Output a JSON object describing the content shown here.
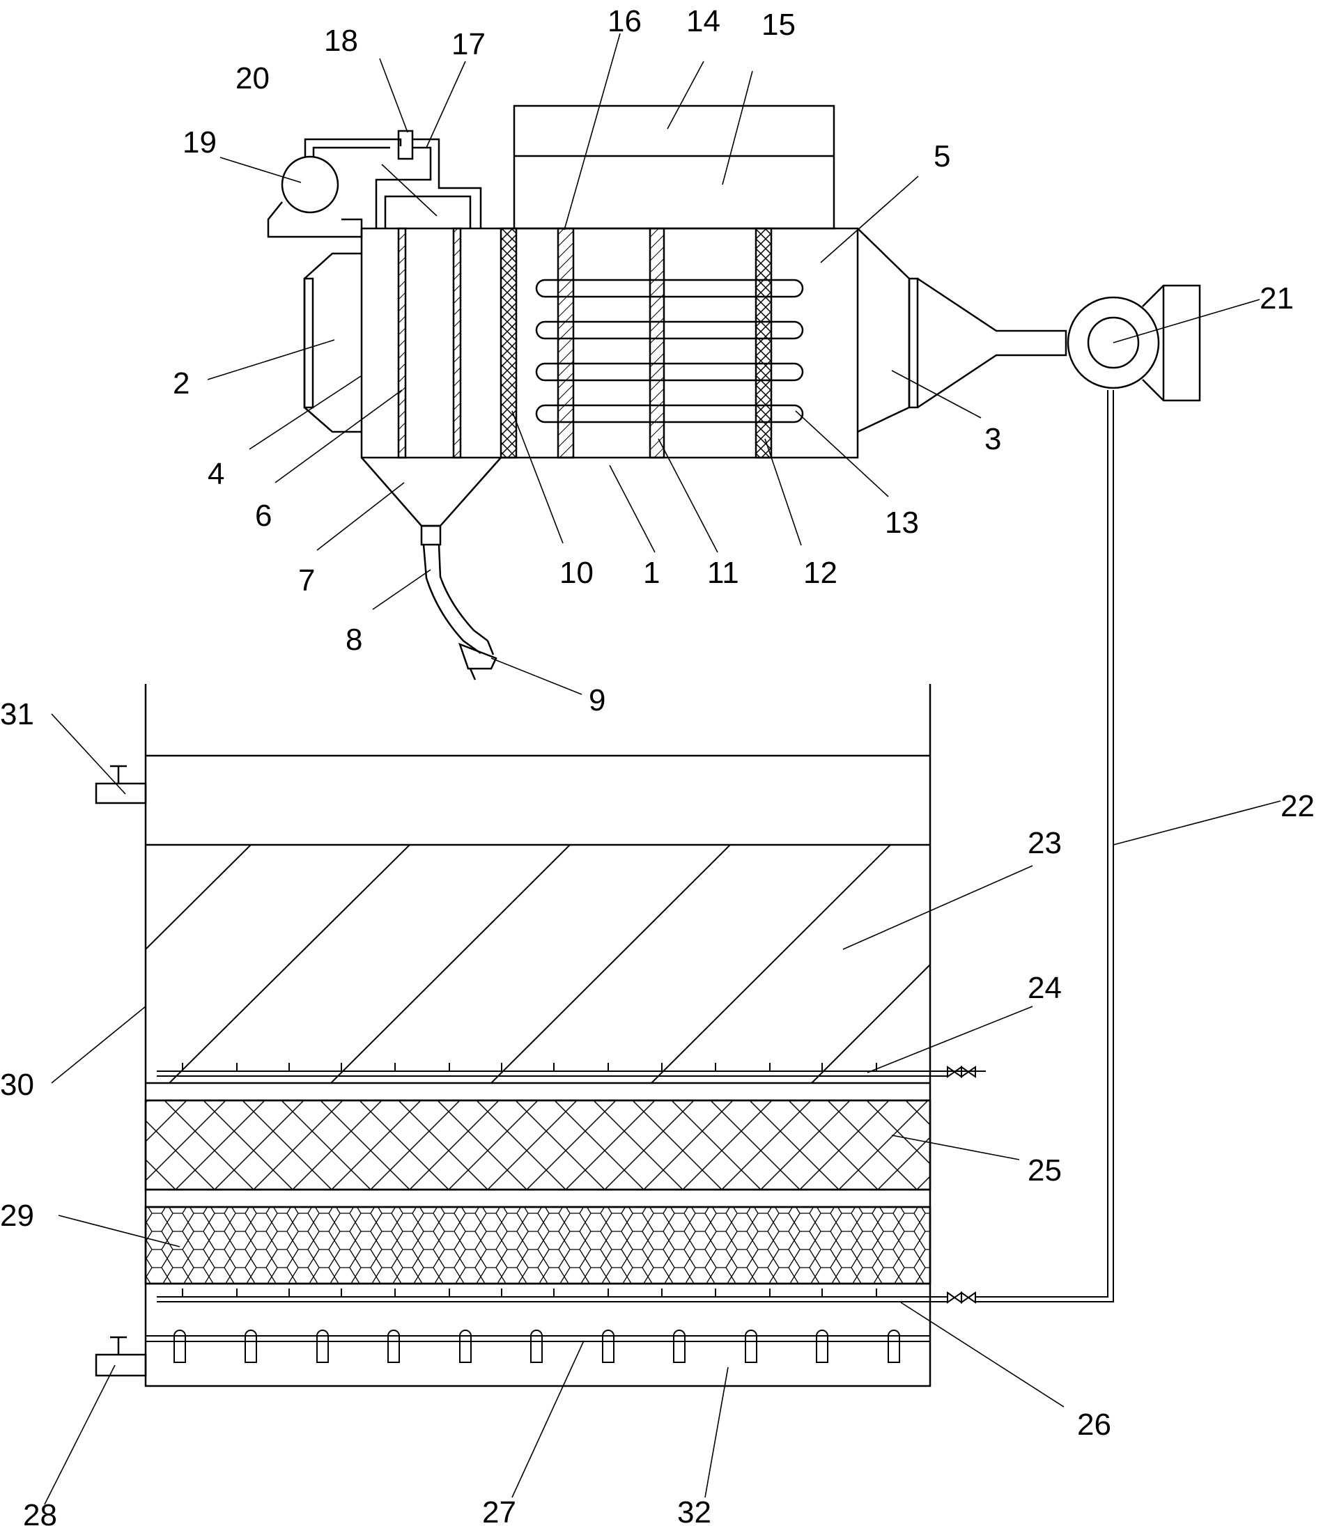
{
  "labels": {
    "l1": "1",
    "l2": "2",
    "l3": "3",
    "l4": "4",
    "l5": "5",
    "l6": "6",
    "l7": "7",
    "l8": "8",
    "l9": "9",
    "l10": "10",
    "l11": "11",
    "l12": "12",
    "l13": "13",
    "l14": "14",
    "l15": "15",
    "l16": "16",
    "l17": "17",
    "l18": "18",
    "l19": "19",
    "l20": "20",
    "l21": "21",
    "l22": "22",
    "l23": "23",
    "l24": "24",
    "l25": "25",
    "l26": "26",
    "l27": "27",
    "l28": "28",
    "l29": "29",
    "l30": "30",
    "l31": "31",
    "l32": "32"
  },
  "colors": {
    "line": "#000000",
    "background": "#ffffff"
  }
}
